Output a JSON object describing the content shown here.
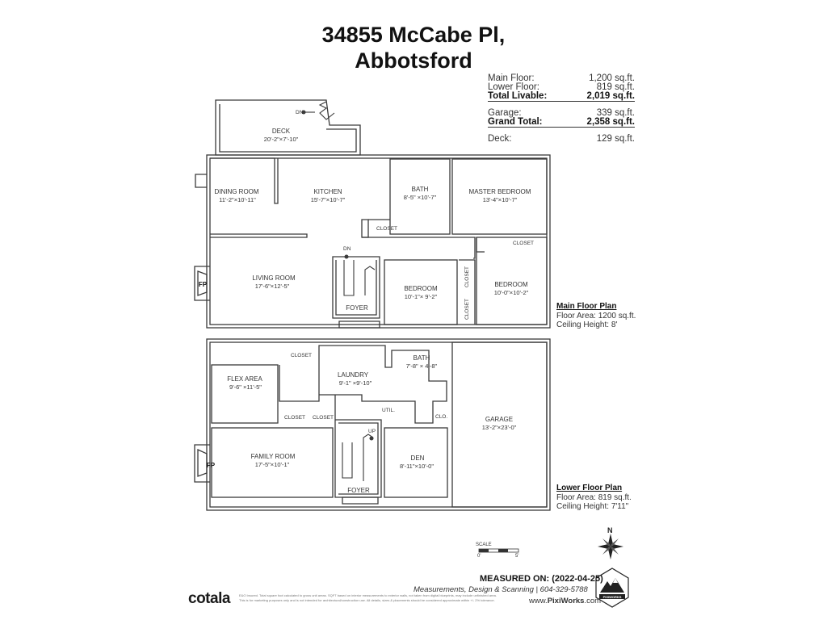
{
  "title": {
    "line1": "34855 McCabe Pl,",
    "line2": "Abbotsford"
  },
  "areas": [
    {
      "label": "Main Floor:",
      "value": "1,200 sq.ft."
    },
    {
      "label": "Lower Floor:",
      "value": "819 sq.ft."
    },
    {
      "label": "Total Livable:",
      "value": "2,019 sq.ft."
    },
    {
      "label": "Garage:",
      "value": "339 sq.ft."
    },
    {
      "label": "Grand Total:",
      "value": "2,358 sq.ft."
    },
    {
      "label": "Deck:",
      "value": "129 sq.ft."
    }
  ],
  "main_plan": {
    "heading": "Main Floor Plan",
    "floor_area": "Floor Area: 1200 sq.ft.",
    "ceiling": "Ceiling Height: 8'"
  },
  "lower_plan": {
    "heading": "Lower Floor Plan",
    "floor_area": "Floor Area: 819 sq.ft.",
    "ceiling": "Ceiling Height: 7'11\""
  },
  "rooms": {
    "deck": {
      "name": "DECK",
      "dim": "20'-2\"×7'-10\""
    },
    "dining": {
      "name": "DINING ROOM",
      "dim": "11'-2\"×10'-11\""
    },
    "kitchen": {
      "name": "KITCHEN",
      "dim": "15'-7\"×10'-7\""
    },
    "bath_main": {
      "name": "BATH",
      "dim": "8'-5\" ×10'-7\""
    },
    "master": {
      "name": "MASTER BEDROOM",
      "dim": "13'-4\"×10'-7\""
    },
    "living": {
      "name": "LIVING ROOM",
      "dim": "17'-6\"×12'-5\""
    },
    "bedroom1": {
      "name": "BEDROOM",
      "dim": "10'-1\"× 9'-2\""
    },
    "bedroom2": {
      "name": "BEDROOM",
      "dim": "10'-0\"×10'-2\""
    },
    "foyer_main": {
      "name": "FOYER"
    },
    "flex": {
      "name": "FLEX AREA",
      "dim": "9'-6\" ×11'-5\""
    },
    "laundry": {
      "name": "LAUNDRY",
      "dim": "9'-1\" ×9'-10\""
    },
    "bath_lower": {
      "name": "BATH",
      "dim": "7'-8\" × 4'-8\""
    },
    "garage": {
      "name": "GARAGE",
      "dim": "13'-2\"×23'-0\""
    },
    "family": {
      "name": "FAMILY ROOM",
      "dim": "17'-5\"×10'-1\""
    },
    "den": {
      "name": "DEN",
      "dim": "8'-11\"×10'-0\""
    },
    "foyer_lower": {
      "name": "FOYER"
    }
  },
  "tags": {
    "dn_deck": "DN",
    "dn_main": "DN",
    "up_lower": "UP",
    "closet_kitchen": "CLOSET",
    "closet_bed2": "CLOSET",
    "closet_v1": "CLOSET",
    "closet_v2": "CLOSET",
    "closet_lower1": "CLOSET",
    "closet_lower2": "CLOSET",
    "closet_lower3": "CLOSET",
    "util": "UTIL.",
    "clo": "CLO.",
    "fp_main": "FP",
    "fp_lower": "FP"
  },
  "scale": {
    "label": "SCALE",
    "min": "0'",
    "max": "5'"
  },
  "compass": {
    "north": "N"
  },
  "footer": {
    "measured": "MEASURED ON: (2022-04-25)",
    "credit": "Measurements, Design & Scanning | 604-329-5788",
    "site_prefix": "www.",
    "site_name": "PixiWorks",
    "site_suffix": ".com",
    "fine1": "E&O Insured. Total square foot calculated to gross unit areas. SQFT based on interior measurements to exterior walls, not taken from digital blueprints, may include unfinished area.",
    "fine2": "This is for marketing purposes only and is not intended for architectural/construction use. All details, sizes & placements should be considered approximate within +/- 2% tolerance.",
    "brand": "cotala",
    "logo_text": "PIXIWORKS"
  },
  "colors": {
    "wall": "#3a3a3a",
    "text": "#222222"
  }
}
